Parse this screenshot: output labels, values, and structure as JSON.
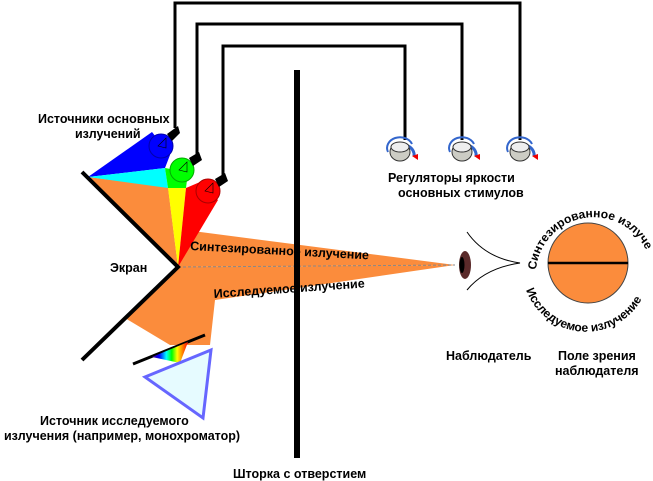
{
  "labels": {
    "sources_line1": "Источники основных",
    "sources_line2": "излучений",
    "regulators_line1": "Регуляторы яркости",
    "regulators_line2": "основных стимулов",
    "screen": "Экран",
    "synthesized_beam": "Синтезированное излучение",
    "test_beam": "Исследуемое излучение",
    "test_source_line1": "Источник исследуемого",
    "test_source_line2": "излучения (например, монохроматор)",
    "shutter": "Шторка с отверстием",
    "observer": "Наблюдатель",
    "field_line1": "Поле зрения",
    "field_line2": "наблюдателя",
    "field_top_arc": "Синтезированное излучение",
    "field_bottom_arc": "Исследуемое излучение"
  },
  "colors": {
    "orange": "#fb8c3c",
    "blue": "#0000ff",
    "cyan": "#00ffff",
    "green": "#00ff00",
    "yellow": "#ffff00",
    "red": "#ff0000",
    "prism_fill": "#e6fbff",
    "prism_stroke": "#6666ff"
  }
}
